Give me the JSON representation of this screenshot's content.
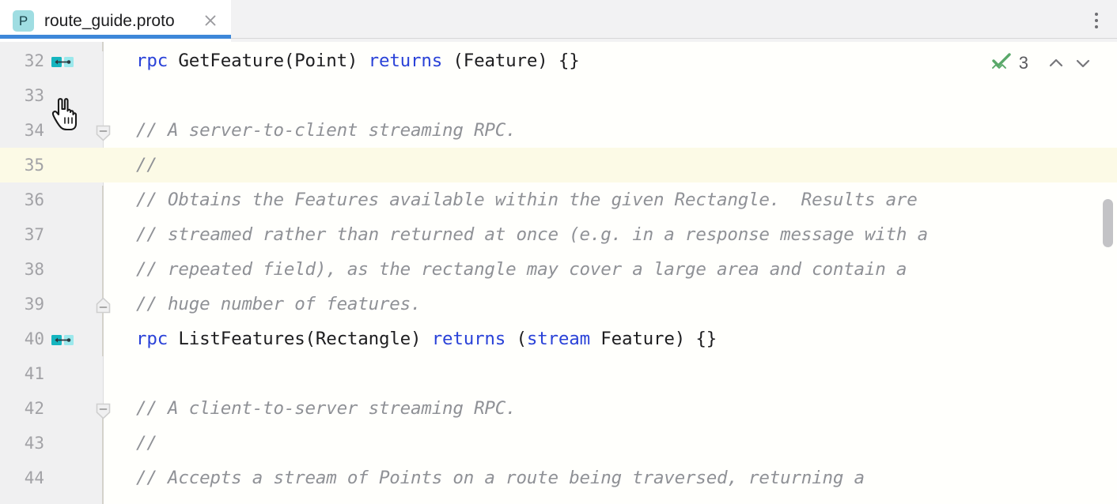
{
  "window": {
    "title": "route_guide.proto"
  },
  "tab": {
    "icon_letter": "P",
    "icon_name": "proto-file-icon",
    "label": "route_guide.proto",
    "close_label": "×"
  },
  "tabbar": {
    "overflow_menu_name": "more-options-icon"
  },
  "inspections": {
    "status_icon": "inspection-ok-icon",
    "count": "3",
    "prev_label": "previous-problem",
    "next_label": "next-problem"
  },
  "editor": {
    "language": "protobuf",
    "caret_line": 35,
    "first_visible_line": 32,
    "last_visible_line": 44,
    "colors": {
      "background": "#fffffc",
      "gutter": "#f0f0f1",
      "caret_row": "#fcfae6",
      "keyword": "#2a42d8",
      "comment": "#8f9196",
      "text": "#1d1d1f",
      "line_number": "#a2a2a6",
      "tab_accent": "#3d87d9",
      "gutter_icon": "#15b5bf",
      "inspection_ok": "#59a869",
      "scrollbar": "#c3c3c6"
    },
    "lines": [
      {
        "num": "32",
        "gutter_icon": "grpc-endpoint-icon",
        "fold": null,
        "caret": false,
        "tokens": [
          {
            "t": "rpc",
            "k": "kw"
          },
          {
            "t": " GetFeature(Point) ",
            "k": "txt"
          },
          {
            "t": "returns",
            "k": "kw"
          },
          {
            "t": " (Feature) {}",
            "k": "txt"
          }
        ]
      },
      {
        "num": "33",
        "gutter_icon": null,
        "fold": null,
        "caret": false,
        "tokens": []
      },
      {
        "num": "34",
        "gutter_icon": null,
        "fold": "collapse-start",
        "caret": false,
        "tokens": [
          {
            "t": "// A server-to-client streaming RPC.",
            "k": "cmt"
          }
        ]
      },
      {
        "num": "35",
        "gutter_icon": null,
        "fold": null,
        "caret": true,
        "tokens": [
          {
            "t": "//",
            "k": "cmt"
          }
        ]
      },
      {
        "num": "36",
        "gutter_icon": null,
        "fold": null,
        "caret": false,
        "tokens": [
          {
            "t": "// Obtains the Features available within the given Rectangle.  Results are",
            "k": "cmt"
          }
        ]
      },
      {
        "num": "37",
        "gutter_icon": null,
        "fold": null,
        "caret": false,
        "tokens": [
          {
            "t": "// streamed rather than returned at once (e.g. in a response message with a",
            "k": "cmt"
          }
        ]
      },
      {
        "num": "38",
        "gutter_icon": null,
        "fold": null,
        "caret": false,
        "tokens": [
          {
            "t": "// repeated field), as the rectangle may cover a large area and contain a",
            "k": "cmt"
          }
        ]
      },
      {
        "num": "39",
        "gutter_icon": null,
        "fold": "collapse-end",
        "caret": false,
        "tokens": [
          {
            "t": "// huge number of features.",
            "k": "cmt"
          }
        ]
      },
      {
        "num": "40",
        "gutter_icon": "grpc-endpoint-icon",
        "fold": null,
        "caret": false,
        "tokens": [
          {
            "t": "rpc",
            "k": "kw"
          },
          {
            "t": " ListFeatures(Rectangle) ",
            "k": "txt"
          },
          {
            "t": "returns",
            "k": "kw"
          },
          {
            "t": " (",
            "k": "txt"
          },
          {
            "t": "stream",
            "k": "kw"
          },
          {
            "t": " Feature) {}",
            "k": "txt"
          }
        ]
      },
      {
        "num": "41",
        "gutter_icon": null,
        "fold": null,
        "caret": false,
        "tokens": []
      },
      {
        "num": "42",
        "gutter_icon": null,
        "fold": "collapse-start",
        "caret": false,
        "tokens": [
          {
            "t": "// A client-to-server streaming RPC.",
            "k": "cmt"
          }
        ]
      },
      {
        "num": "43",
        "gutter_icon": null,
        "fold": null,
        "caret": false,
        "tokens": [
          {
            "t": "//",
            "k": "cmt"
          }
        ]
      },
      {
        "num": "44",
        "gutter_icon": null,
        "fold": null,
        "caret": false,
        "tokens": [
          {
            "t": "// Accepts a stream of Points on a route being traversed, returning a",
            "k": "cmt"
          }
        ]
      }
    ]
  },
  "scrollbar": {
    "name": "editor-vertical-scrollbar"
  },
  "pointer": {
    "name": "mouse-cursor-hand",
    "over": "gutter-icon-line-32"
  }
}
